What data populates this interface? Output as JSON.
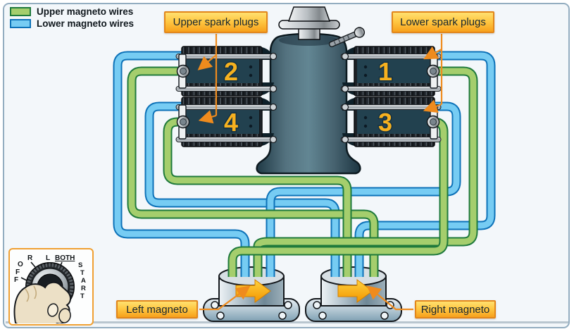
{
  "figure": {
    "type": "aircraft-ignition-system-diagram",
    "background": "#f3f7fa",
    "frame_border": "#93adc0"
  },
  "legend": {
    "items": [
      {
        "label": "Upper magneto wires",
        "swatch": "green",
        "color": "#a5ce6d",
        "border": "#1f7a3c"
      },
      {
        "label": "Lower magneto wires",
        "swatch": "blue",
        "color": "#76ccf3",
        "border": "#0d72b8"
      }
    ]
  },
  "labels": {
    "upper_spark_plugs": "Upper spark plugs",
    "lower_spark_plugs": "Lower spark plugs",
    "left_magneto": "Left magneto",
    "right_magneto": "Right magneto"
  },
  "cylinders": [
    {
      "number": "1"
    },
    {
      "number": "2"
    },
    {
      "number": "3"
    },
    {
      "number": "4"
    }
  ],
  "ignition_switch": {
    "positions": {
      "off_letters": [
        "O",
        "F",
        "F"
      ],
      "r": "R",
      "l": "L",
      "both": "BOTH",
      "start_letters": [
        "S",
        "T",
        "A",
        "R",
        "T"
      ]
    }
  },
  "colors": {
    "upper_wire_fill": "#a5ce6d",
    "upper_wire_edge": "#1f7a3c",
    "lower_wire_fill": "#76ccf3",
    "lower_wire_edge": "#0d72b8",
    "label_plate_gradient_top": "#ffe070",
    "label_plate_gradient_bottom": "#f7a11c",
    "label_plate_border": "#e2861a",
    "leader_line": "#ef8b1d",
    "cylinder_number": "#f6b11f",
    "magneto_arrow": "#ffb420",
    "crankcase": "#4f6d7b",
    "hand": "#ece0c6"
  }
}
